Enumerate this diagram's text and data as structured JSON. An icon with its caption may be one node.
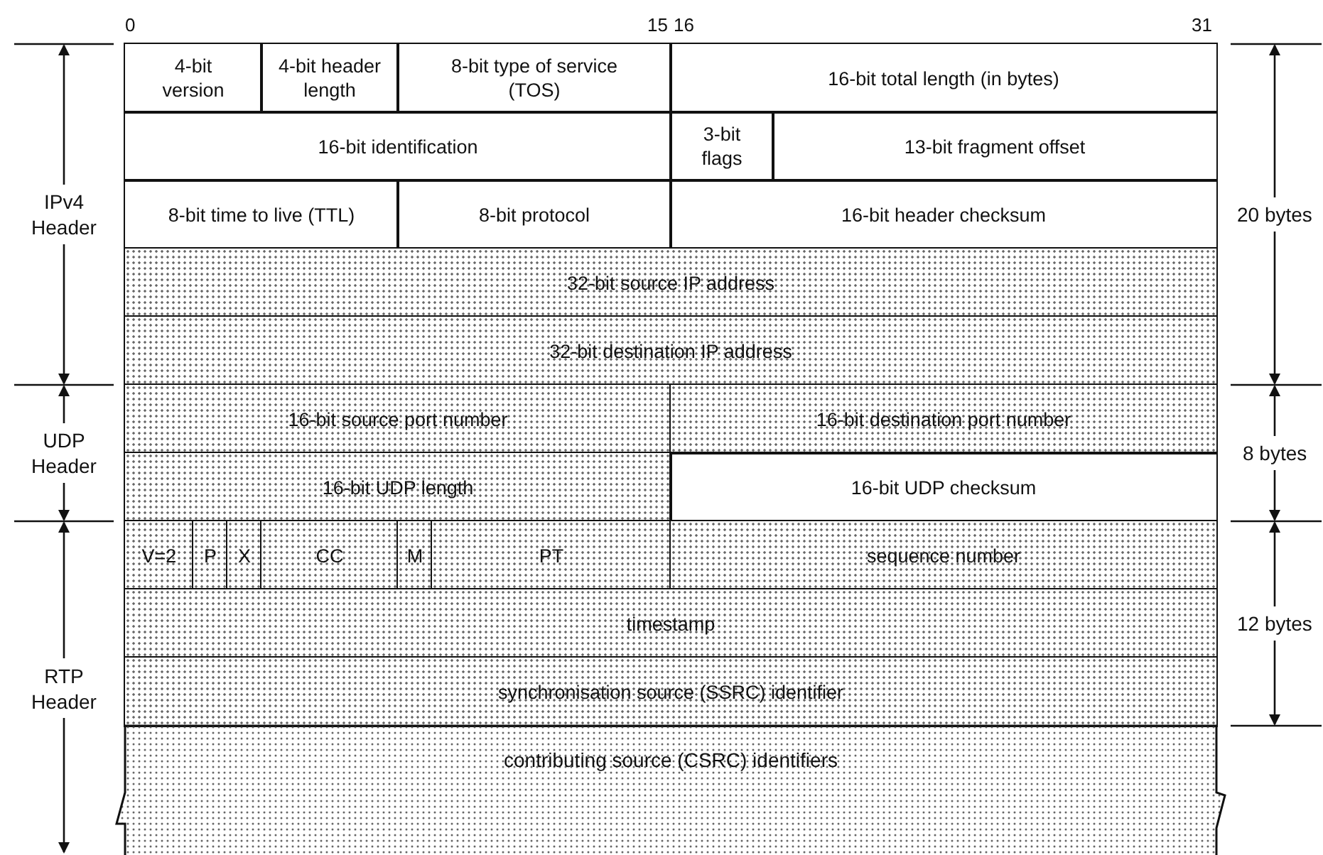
{
  "diagram": {
    "nodes": [
      {
        "text": [
          "4-bit version"
        ]
      },
      {
        "text": [
          "4-bit header length"
        ]
      },
      {
        "text": [
          "8-bit type of service (TOS)"
        ]
      },
      {
        "text": [
          "16-bit total length (in bytes)"
        ]
      },
      {
        "text": [
          "16-bit identification"
        ]
      },
      {
        "text": [
          "3-bit flags"
        ]
      },
      {
        "text": [
          "13-bit fragment offset"
        ]
      },
      {
        "text": [
          "8-bit time to live (TTL)"
        ]
      },
      {
        "text": [
          "8-bit protocol"
        ]
      },
      {
        "text": [
          "16-bit header checksum"
        ]
      },
      {
        "text": [
          "32-bit source IP address"
        ]
      },
      {
        "text": [
          "32-bit destination IP address"
        ]
      },
      {
        "text": [
          "16-bit source port number"
        ]
      },
      {
        "text": [
          "16-bit destination port number"
        ]
      },
      {
        "text": [
          "16-bit UDP length"
        ]
      },
      {
        "text": [
          "16-bit UDP checksum"
        ]
      },
      {
        "text": [
          "V=2"
        ]
      },
      {
        "text": [
          "P"
        ]
      },
      {
        "text": [
          "X"
        ]
      },
      {
        "text": [
          "CC"
        ]
      },
      {
        "text": [
          "M"
        ]
      },
      {
        "text": [
          "PT"
        ]
      },
      {
        "text": [
          "sequence number"
        ]
      },
      {
        "text": [
          "timestamp"
        ]
      },
      {
        "text": [
          "synchronisation source (SSRC) identifier"
        ]
      },
      {
        "text": [
          "contributing source (CSRC) identifiers"
        ]
      }
    ],
    "edges": [],
    "labels": [
      "0",
      "15",
      "16",
      "31",
      "IPv4 Header",
      "20 bytes",
      "UDP Header",
      "8 bytes",
      "RTP Header",
      "12 bytes"
    ]
  }
}
